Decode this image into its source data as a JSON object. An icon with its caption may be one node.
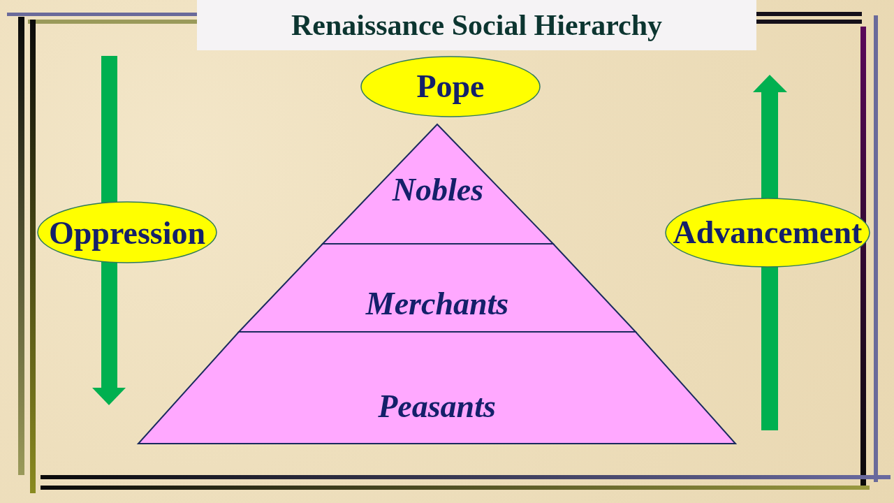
{
  "diagram": {
    "title": "Renaissance Social Hierarchy",
    "nodes": [
      {
        "text": [
          "Pope"
        ]
      },
      {
        "text": [
          "Nobles"
        ]
      },
      {
        "text": [
          "Merchants"
        ]
      },
      {
        "text": [
          "Peasants"
        ]
      },
      {
        "text": [
          "Oppression"
        ]
      },
      {
        "text": [
          "Advancement"
        ]
      }
    ]
  }
}
